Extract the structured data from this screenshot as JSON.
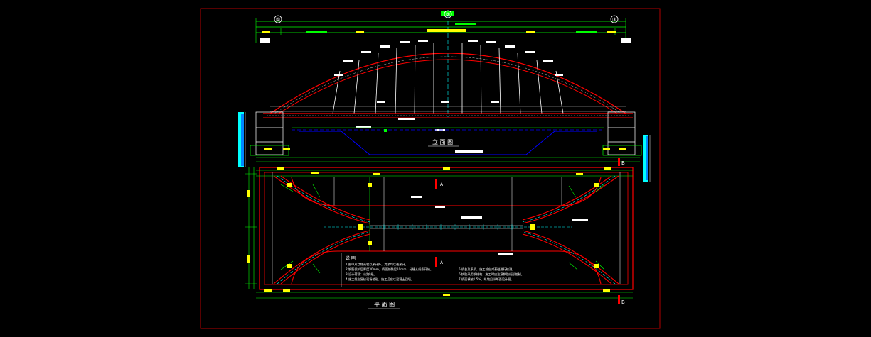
{
  "drawing": {
    "title_elevation": "立 面 图",
    "title_plan": "平 面 图",
    "section_marks": {
      "a_top": "A",
      "a_bottom": "A",
      "b_right_top": "B",
      "b_right_bottom": "B"
    },
    "axis_marks": {
      "left": "①",
      "middle": "②",
      "right": "③"
    },
    "notes": {
      "heading": "说 明",
      "lines": [
        "1.图中尺寸除高程以米计外，其余均以毫米计。",
        "2.钢筋保护层厚度30mm，桥面铺装层10mm，分缝从线条开始。",
        "3.设计荷载：公路Ⅱ级。",
        "4.施工前应复核现场地形，施工后应以混凝土回填。",
        "5.桥台及系梁，施工前应对基础进行检测。",
        "6.拱肋采用钢结构，施工时应注意拱肋线形控制。",
        "7.桥面横坡1.5%，纵坡见纵断面设计图。"
      ]
    }
  },
  "colors": {
    "background": "#000000",
    "frame": "#c0c0c0",
    "arch": "#ff0000",
    "dimension": "#00ff00",
    "hanger": "#ffffff",
    "water": "#0000ff",
    "centerline": "#00ffff",
    "label_bg": "#ffff00",
    "marker": "#ff00ff"
  }
}
